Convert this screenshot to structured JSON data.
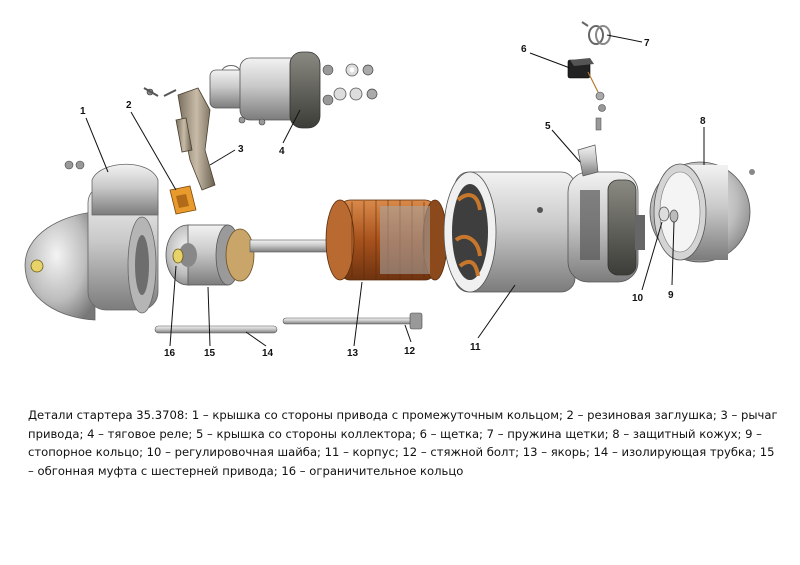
{
  "diagram": {
    "callouts": [
      {
        "id": "1",
        "label": "1"
      },
      {
        "id": "2",
        "label": "2"
      },
      {
        "id": "3",
        "label": "3"
      },
      {
        "id": "4",
        "label": "4"
      },
      {
        "id": "5",
        "label": "5"
      },
      {
        "id": "6",
        "label": "6"
      },
      {
        "id": "7",
        "label": "7"
      },
      {
        "id": "8",
        "label": "8"
      },
      {
        "id": "9",
        "label": "9"
      },
      {
        "id": "10",
        "label": "10"
      },
      {
        "id": "11",
        "label": "11"
      },
      {
        "id": "12",
        "label": "12"
      },
      {
        "id": "13",
        "label": "13"
      },
      {
        "id": "14",
        "label": "14"
      },
      {
        "id": "15",
        "label": "15"
      },
      {
        "id": "16",
        "label": "16"
      }
    ]
  },
  "caption": {
    "text": "Детали стартера 35.3708: 1 – крышка со стороны привода с промежуточным кольцом; 2 – резиновая заглушка; 3 – рычаг привода; 4 – тяговое реле; 5 – крышка со стороны коллектора; 6 – щетка; 7 – пружина щетки; 8 – защитный кожух; 9 – стопорное кольцо; 10 – регулировочная шайба; 11 – корпус; 12 – стяжной болт; 13 – якорь; 14 – изолирующая трубка; 15 – обгонная муфта с шестерней привода; 16 – ограничительное кольцо"
  }
}
